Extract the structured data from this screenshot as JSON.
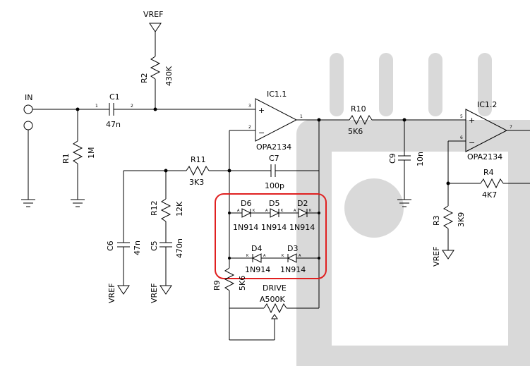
{
  "watermark_color": "#d9d9d9",
  "highlight_color": "#e02020",
  "nets": {
    "vref": "VREF",
    "in": "IN"
  },
  "components": {
    "c1": {
      "ref": "C1",
      "value": "47n"
    },
    "r1": {
      "ref": "R1",
      "value": "1M"
    },
    "r2": {
      "ref": "R2",
      "value": "430K"
    },
    "ic11": {
      "ref": "IC1.1",
      "part": "OPA2134"
    },
    "r10": {
      "ref": "R10",
      "value": "5K6"
    },
    "c9": {
      "ref": "C9",
      "value": "10n"
    },
    "ic12": {
      "ref": "IC1.2",
      "part": "OPA2134"
    },
    "r4": {
      "ref": "R4",
      "value": "4K7"
    },
    "r3": {
      "ref": "R3",
      "value": "3K9"
    },
    "r11": {
      "ref": "R11",
      "value": "3K3"
    },
    "c7": {
      "ref": "C7",
      "value": "100p"
    },
    "r12": {
      "ref": "R12",
      "value": "12K"
    },
    "c6": {
      "ref": "C6",
      "value": "47n"
    },
    "c5": {
      "ref": "C5",
      "value": "470n"
    },
    "d6": {
      "ref": "D6",
      "part": "1N914"
    },
    "d5": {
      "ref": "D5",
      "part": "1N914"
    },
    "d2": {
      "ref": "D2",
      "part": "1N914"
    },
    "d4": {
      "ref": "D4",
      "part": "1N914"
    },
    "d3": {
      "ref": "D3",
      "part": "1N914"
    },
    "r9": {
      "ref": "R9",
      "value": "5K6"
    },
    "drive": {
      "label": "DRIVE",
      "value": "A500K"
    }
  },
  "pins": {
    "one": "1",
    "two": "2",
    "three": "3",
    "five": "5",
    "six": "6",
    "seven": "7",
    "anode": "A",
    "cathode": "K",
    "plus": "+",
    "minus": "−"
  }
}
